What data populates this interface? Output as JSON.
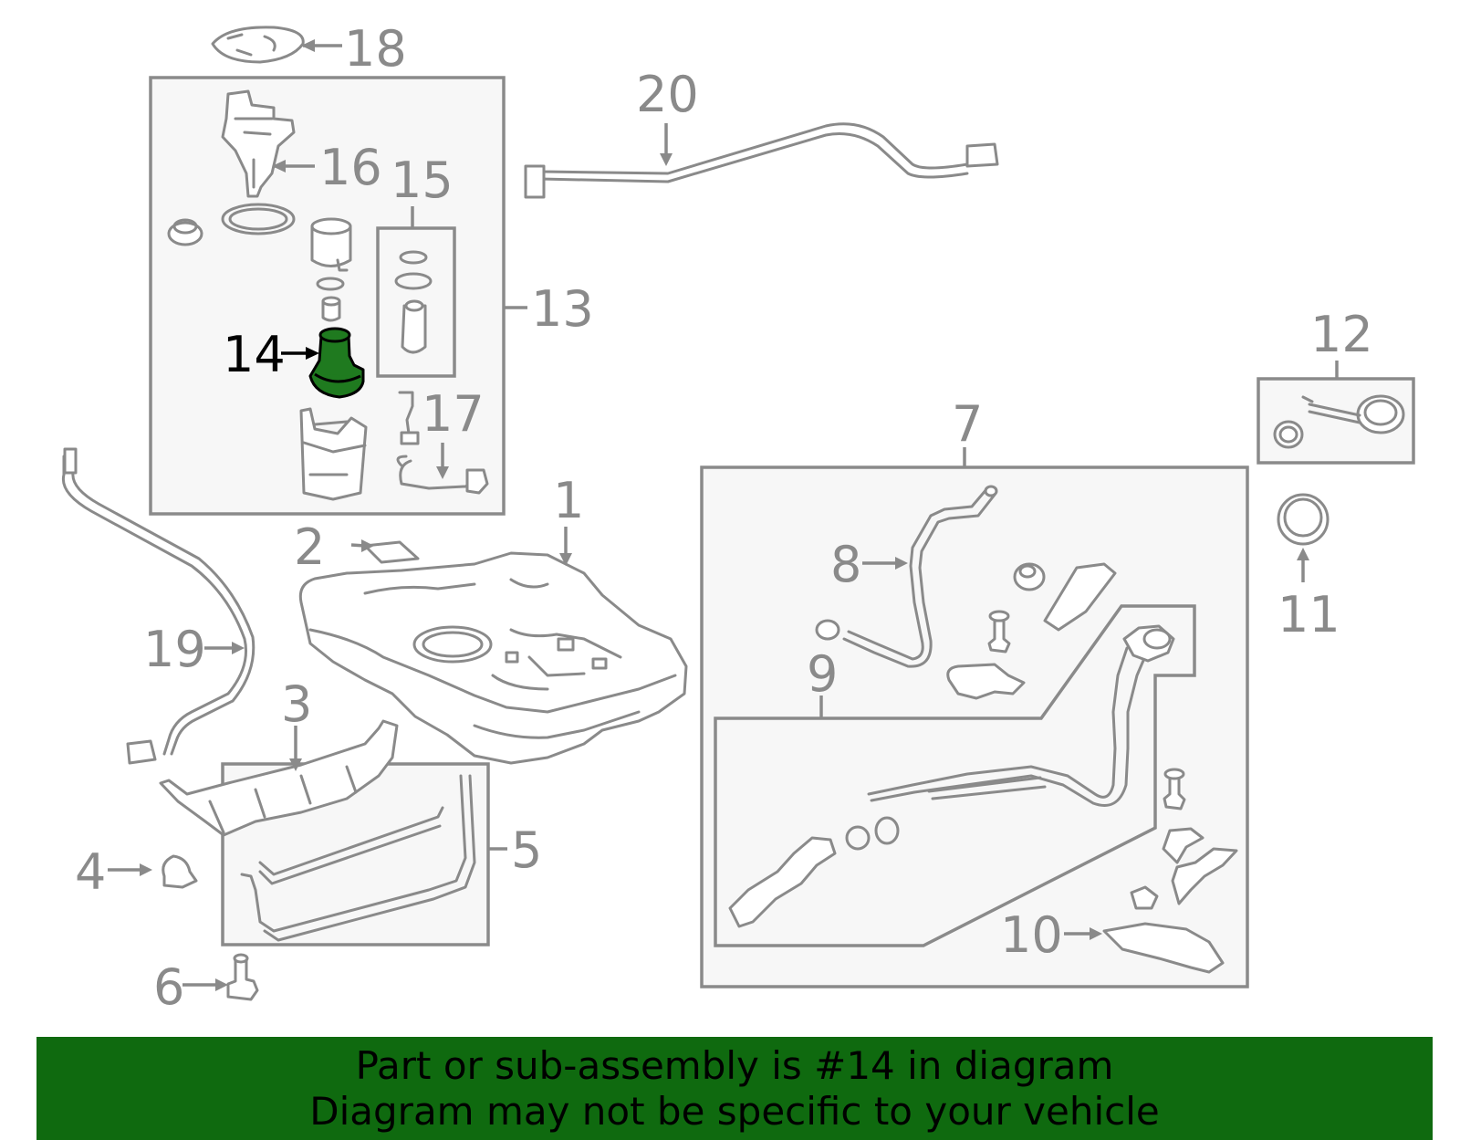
{
  "callouts": {
    "c1": "1",
    "c2": "2",
    "c3": "3",
    "c4": "4",
    "c5": "5",
    "c6": "6",
    "c7": "7",
    "c8": "8",
    "c9": "9",
    "c10": "10",
    "c11": "11",
    "c12": "12",
    "c13": "13",
    "c14": "14",
    "c15": "15",
    "c16": "16",
    "c17": "17",
    "c18": "18",
    "c19": "19",
    "c20": "20"
  },
  "highlight": {
    "callout": "14",
    "color": "#1f7a1f"
  },
  "banner": {
    "line1": "Part or sub-assembly is #14 in diagram",
    "line2": "Diagram may not be specific to your vehicle",
    "background": "#0f6a0f"
  },
  "colors": {
    "line": "#8a8a8a",
    "box_fill": "#f7f7f7"
  }
}
